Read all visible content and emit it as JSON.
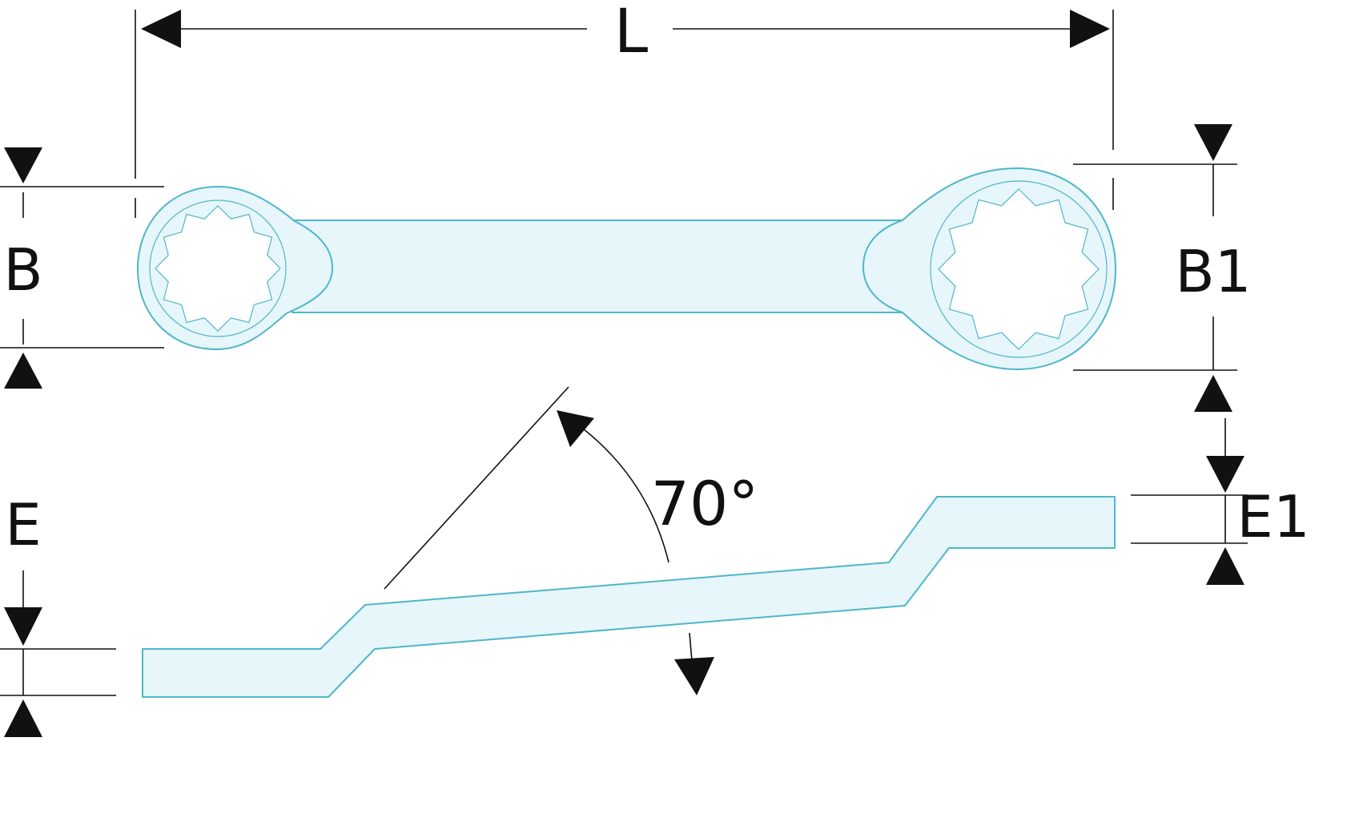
{
  "labels": {
    "length": "L",
    "head_width_small": "B",
    "head_width_large": "B1",
    "thickness_small": "E",
    "thickness_large": "E1",
    "offset_angle": "70°"
  },
  "colors": {
    "part_fill": "#e6f6fb",
    "part_stroke": "#4fb6c9",
    "dimension": "#111111"
  },
  "icons": {
    "small_ring": "twelve-point-ring-icon",
    "large_ring": "twelve-point-ring-icon"
  }
}
